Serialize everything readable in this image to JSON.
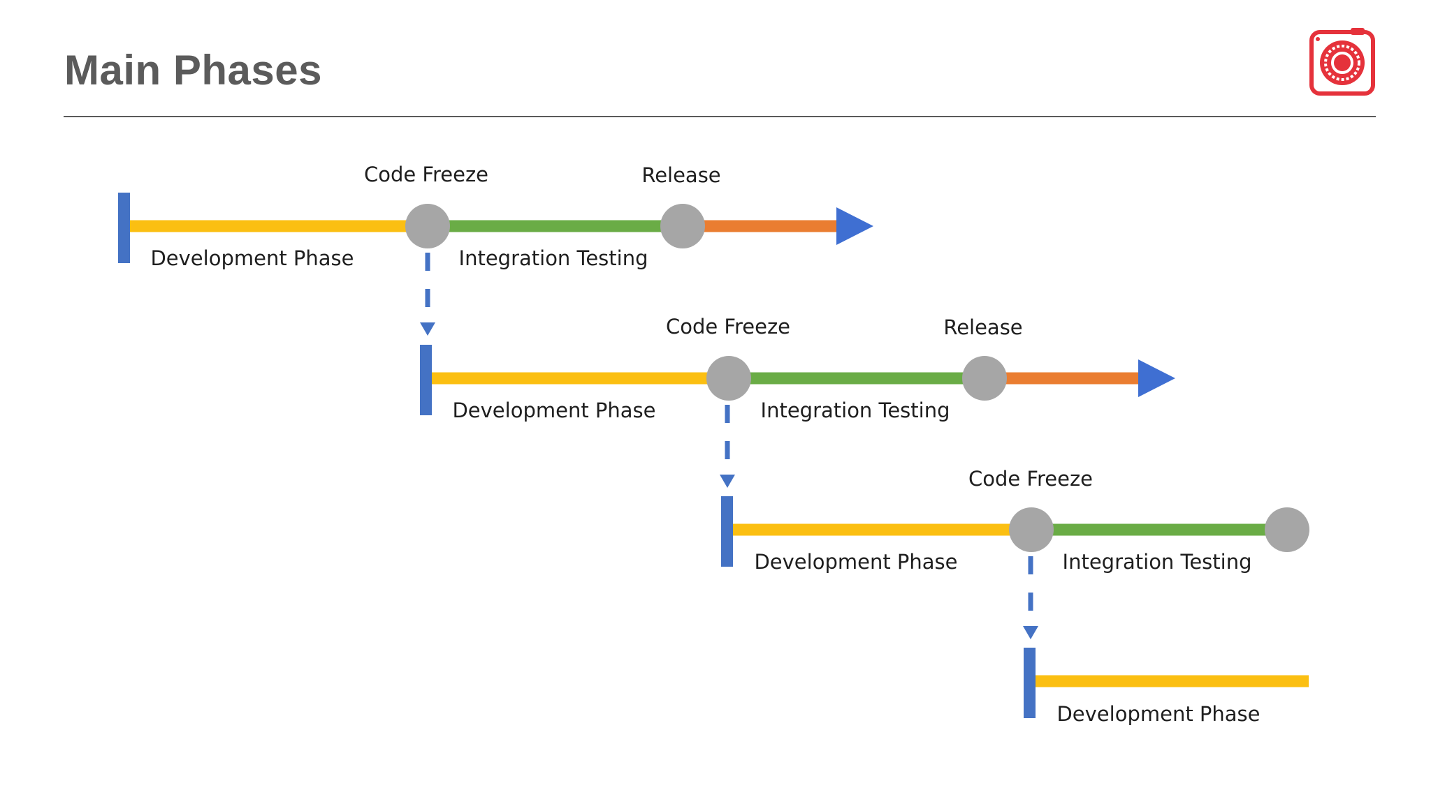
{
  "slide": {
    "title": "Main Phases"
  },
  "colors": {
    "development": "#fbbf12",
    "integration": "#6aac46",
    "release": "#ea7d31",
    "milestone": "#a6a6a6",
    "start_marker": "#4472c4",
    "arrow": "#3f6fd2",
    "logo": "#e5323b"
  },
  "icons": {
    "logo": "camera-lens-icon"
  },
  "timelines": [
    {
      "development_label": "Development Phase",
      "code_freeze_label": "Code Freeze",
      "integration_label": "Integration Testing",
      "release_label": "Release",
      "has_release": true
    },
    {
      "development_label": "Development Phase",
      "code_freeze_label": "Code Freeze",
      "integration_label": "Integration Testing",
      "release_label": "Release",
      "has_release": true
    },
    {
      "development_label": "Development Phase",
      "code_freeze_label": "Code Freeze",
      "integration_label": "Integration Testing",
      "has_release": false
    },
    {
      "development_label": "Development Phase",
      "has_release": false
    }
  ]
}
